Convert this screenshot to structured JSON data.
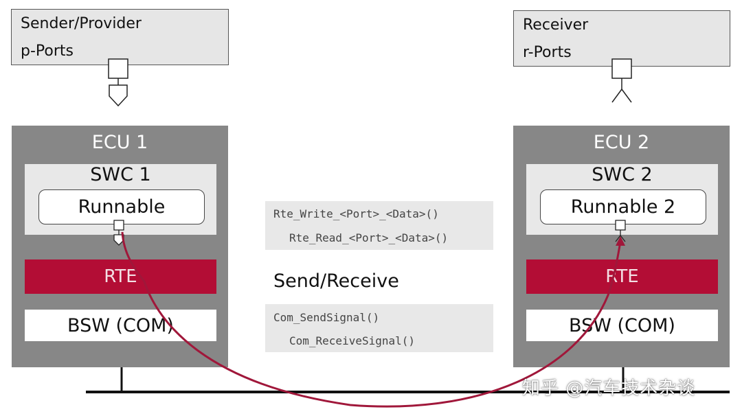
{
  "sender": {
    "line1": "Sender/Provider",
    "line2": "p-Ports"
  },
  "receiver": {
    "line1": "Receiver",
    "line2": "r-Ports"
  },
  "ecu1": {
    "title": "ECU 1",
    "swc": "SWC 1",
    "runnable": "Runnable",
    "rte": "RTE",
    "bsw": "BSW (COM)"
  },
  "ecu2": {
    "title": "ECU 2",
    "swc": "SWC 2",
    "runnable": "Runnable 2",
    "rte": "RTE",
    "bsw": "BSW (COM)"
  },
  "rte_api": {
    "write": "Rte_Write_<Port>_<Data>()",
    "read": "Rte_Read_<Port>_<Data>()"
  },
  "middle_title": "Send/Receive",
  "com_api": {
    "send": "Com_SendSignal()",
    "receive": "Com_ReceiveSignal()"
  },
  "watermark": "知乎 @汽车技术杂谈",
  "colors": {
    "ecu_gray": "#878787",
    "rte_red": "#b30d35",
    "arrow_red": "#a0173a",
    "box_light": "#e8e8e8"
  }
}
